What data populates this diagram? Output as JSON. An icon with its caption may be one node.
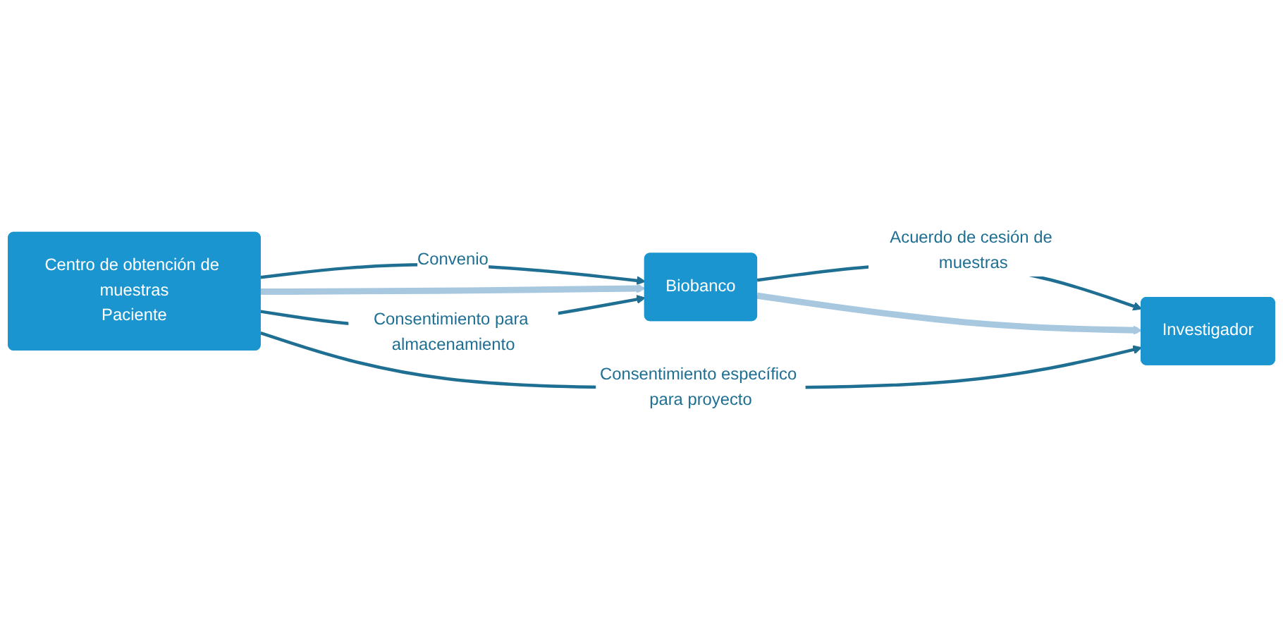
{
  "diagram": {
    "nodes": [
      {
        "text": [
          "Centro de obtención de muestras",
          "Paciente"
        ]
      },
      {
        "text": [
          "Biobanco"
        ]
      },
      {
        "text": [
          "Investigador"
        ]
      }
    ],
    "edges": [
      {
        "from": 0,
        "to": 1,
        "arrow": "to",
        "label": "Convenio"
      },
      {
        "from": 1,
        "to": 2,
        "arrow": "to",
        "label": "Acuerdo de cesión de muestras"
      },
      {
        "from": 0,
        "to": 1,
        "arrow": "to",
        "style": "thick",
        "color": "#a8c8e0"
      },
      {
        "from": 1,
        "to": 2,
        "arrow": "to",
        "style": "thick",
        "color": "#a8c8e0"
      },
      {
        "from": 0,
        "to": 1,
        "arrow": "to",
        "label": "Consentimiento para almacenamiento"
      },
      {
        "from": 0,
        "to": 2,
        "arrow": "to",
        "label": "Consentimiento específico para proyecto"
      }
    ]
  }
}
